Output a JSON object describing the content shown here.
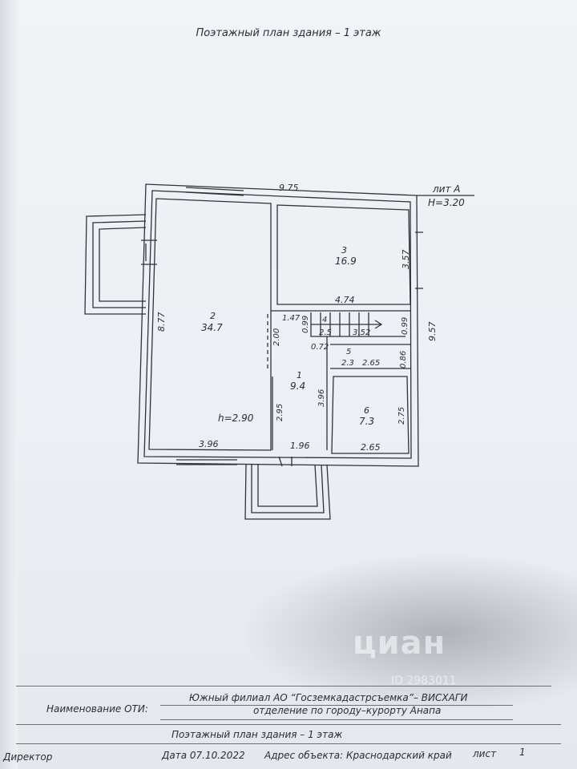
{
  "title": "Поэтажный план здания – 1 этаж",
  "lit": {
    "label": "лит А",
    "height": "H=3.20"
  },
  "rooms": [
    {
      "number": "1",
      "area": "9.4"
    },
    {
      "number": "2",
      "area": "34.7"
    },
    {
      "number": "3",
      "area": "16.9"
    },
    {
      "number": "4",
      "area": ""
    },
    {
      "number": "5",
      "area": ""
    },
    {
      "number": "6",
      "area": "7.3"
    }
  ],
  "ceiling_height": "h=2.90",
  "dimensions": {
    "top": "9.75",
    "left": "8.77",
    "right": "9.57",
    "room3_right": "3.57",
    "room3_bottom": "4.74",
    "d147": "1.47",
    "d099a": "0.99",
    "d25": "2.5",
    "d352": "3.52",
    "d099b": "0.99",
    "d072": "0.72",
    "d200": "2.00",
    "d23": "2.3",
    "d265a": "2.65",
    "d086": "0.86",
    "d396a": "3.96",
    "d295": "2.95",
    "d275": "2.75",
    "d396b": "3.96",
    "d196": "1.96",
    "d265b": "2.65"
  },
  "stamp": {
    "oti_label": "Наименование ОТИ:",
    "oti_line1": "Южный филиал АО “Госземкадастрсъемка”– ВИСХАГИ",
    "oti_line2": "отделение по городу–курорту Анапа",
    "plan_title": "Поэтажный план здания – 1 этаж",
    "director": "Директор",
    "date": "Дата 07.10.2022",
    "address": "Адрес объекта: Краснодарский край",
    "sheet_label": "лист",
    "sheet_number": "1"
  },
  "watermark": {
    "brand": "циан",
    "id": "ID 2983011"
  }
}
